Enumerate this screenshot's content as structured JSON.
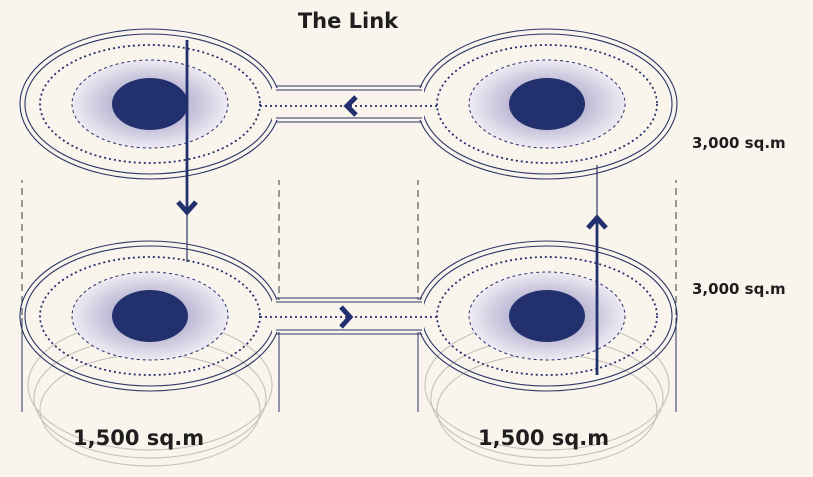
{
  "title": "The Link",
  "level_labels": [
    "3,000 sq.m",
    "3,000 sq.m"
  ],
  "area_labels": [
    "1,500 sq.m",
    "1,500 sq.m"
  ],
  "colors": {
    "background": "#faf5ec",
    "navy": "#23306e",
    "outline": "#2a3566",
    "gradient_inner": "#8d8ab8",
    "gradient_outer": "#efebf3",
    "dashed": "#3a3a3a",
    "ghost": "#c9c5bd"
  }
}
